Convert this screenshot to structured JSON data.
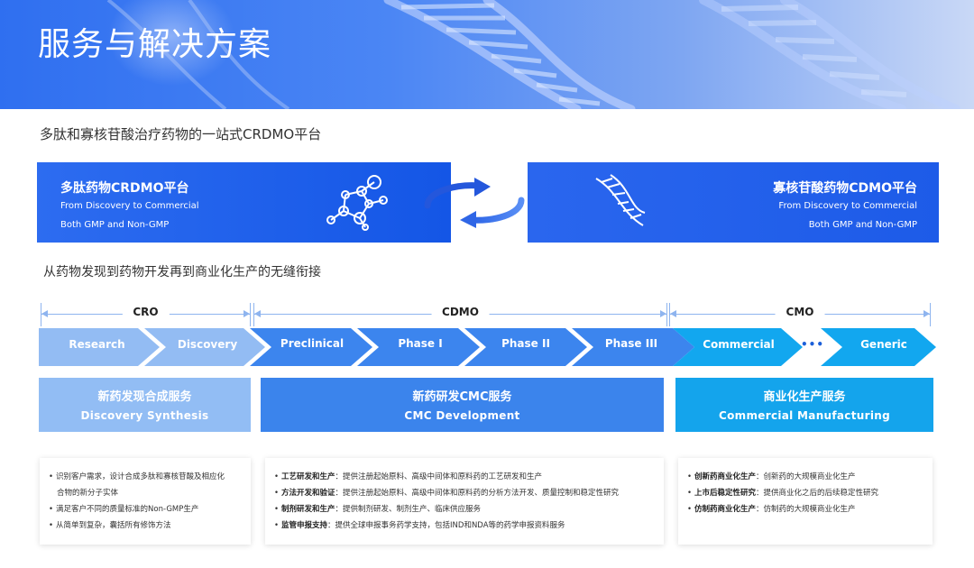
{
  "header": {
    "title": "服务与解决方案"
  },
  "subtitle": "多肽和寡核苷酸治疗药物的一站式CRDMO平台",
  "platforms": {
    "left": {
      "title": "多肽药物CRDMO平台",
      "line1": "From Discovery to Commercial",
      "line2": "Both GMP and Non-GMP"
    },
    "right": {
      "title": "寡核苷酸药物CDMO平台",
      "line1": "From Discovery to Commercial",
      "line2": "Both GMP and Non-GMP"
    }
  },
  "section2_title": "从药物发现到药物开发再到商业化生产的无缝衔接",
  "ranges": {
    "cro": "CRO",
    "cdmo": "CDMO",
    "cmo": "CMO"
  },
  "stages": [
    "Research",
    "Discovery",
    "Preclinical",
    "Phase I",
    "Phase II",
    "Phase III",
    "Commercial",
    "•••",
    "Generic"
  ],
  "services": {
    "discovery": {
      "zh": "新药发现合成服务",
      "en": "Discovery  Synthesis"
    },
    "cmc": {
      "zh": "新药研发CMC服务",
      "en": "CMC Development"
    },
    "commercial": {
      "zh": "商业化生产服务",
      "en": "Commercial  Manufacturing"
    }
  },
  "details": {
    "discovery": [
      "识别客户需求，设计合成多肽和寡核苷酸及相应化",
      "合物的新分子实体",
      "满足客户不同的质量标准的Non-GMP生产",
      "从简单到复杂，囊括所有修饰方法"
    ],
    "cmc": [
      {
        "k": "工艺研发和生产",
        "v": "：提供注册起始原料、高级中间体和原料药的工艺研发和生产"
      },
      {
        "k": "方法开发和验证",
        "v": "：提供注册起始原料、高级中间体和原料药的分析方法开发、质量控制和稳定性研究"
      },
      {
        "k": "制剂研发和生产",
        "v": "：提供制剂研发、制剂生产、临床供应服务"
      },
      {
        "k": "监管申报支持",
        "v": "：提供全球申报事务药学支持，包括IND和NDA等的药学申报资料服务"
      }
    ],
    "commercial": [
      {
        "k": "创新药商业化生产",
        "v": "：创新药的大规模商业化生产"
      },
      {
        "k": "上市后稳定性研究",
        "v": "：提供商业化之后的后续稳定性研究"
      },
      {
        "k": "仿制药商业化生产",
        "v": "：仿制药的大规模商业化生产"
      }
    ]
  },
  "colors": {
    "cro": "#8fbaf3",
    "cdmo": "#3d86ee",
    "cmo": "#14a8ef",
    "banner": "#2f6ff0"
  }
}
